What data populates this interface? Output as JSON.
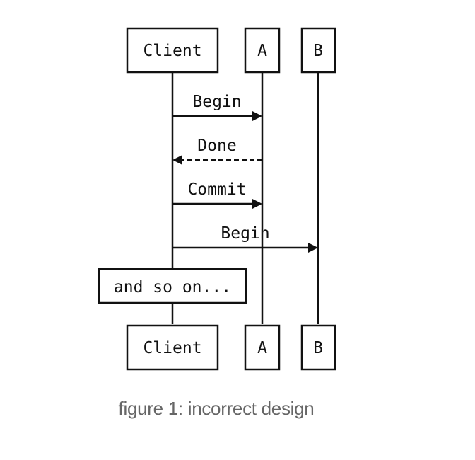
{
  "diagram": {
    "participants": [
      {
        "id": "client",
        "label": "Client"
      },
      {
        "id": "a",
        "label": "A"
      },
      {
        "id": "b",
        "label": "B"
      }
    ],
    "messages": [
      {
        "from": "client",
        "to": "a",
        "label": "Begin",
        "style": "solid"
      },
      {
        "from": "a",
        "to": "client",
        "label": "Done",
        "style": "dashed"
      },
      {
        "from": "client",
        "to": "a",
        "label": "Commit",
        "style": "solid"
      },
      {
        "from": "client",
        "to": "b",
        "label": "Begin",
        "style": "solid"
      }
    ],
    "note": {
      "over": "client",
      "label": "and so on..."
    }
  },
  "caption": "figure 1: incorrect design",
  "colors": {
    "line": "#111111",
    "caption": "#666666",
    "background": "#ffffff"
  }
}
